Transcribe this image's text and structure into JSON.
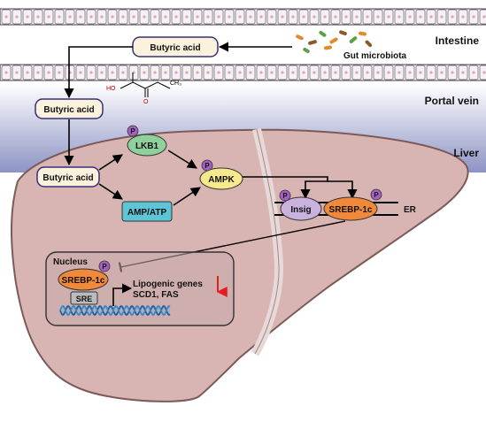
{
  "regions": {
    "intestine": "Intestine",
    "portal_vein": "Portal vein",
    "liver": "Liver",
    "er": "ER",
    "nucleus": "Nucleus"
  },
  "boxes": {
    "butyric_intestine": "Butyric acid",
    "butyric_portal": "Butyric acid",
    "butyric_liver": "Butyric acid",
    "amp_atp": "AMP/ATP"
  },
  "nodes": {
    "lkb1": "LKB1",
    "ampk": "AMPK",
    "insig": "Insig",
    "srebp_er": "SREBP-1c",
    "srebp_nucleus": "SREBP-1c",
    "sre": "SRE"
  },
  "phospho_label": "P",
  "microbiota_label": "Gut microbiota",
  "molecule": {
    "ho": "HO",
    "o": "O",
    "ch3": "CH₃"
  },
  "genes": {
    "line1": "Lipogenic genes",
    "line2": "SCD1, FAS"
  },
  "colors": {
    "cell_fill": "#f3eef5",
    "butyric_box": "#fbf2de",
    "portal_top": "#ffffff",
    "portal_bottom": "#8d93c4",
    "liver": "#d8b4b2",
    "liver_dark": "#a48786",
    "lkb1": "#8fd19b",
    "ampk": "#f7ea8c",
    "amp_atp": "#5ec5d7",
    "insig": "#c9b3de",
    "srebp": "#f08a3a",
    "phospho": "#a45fc1",
    "down_arrow": "#e41e1e"
  }
}
